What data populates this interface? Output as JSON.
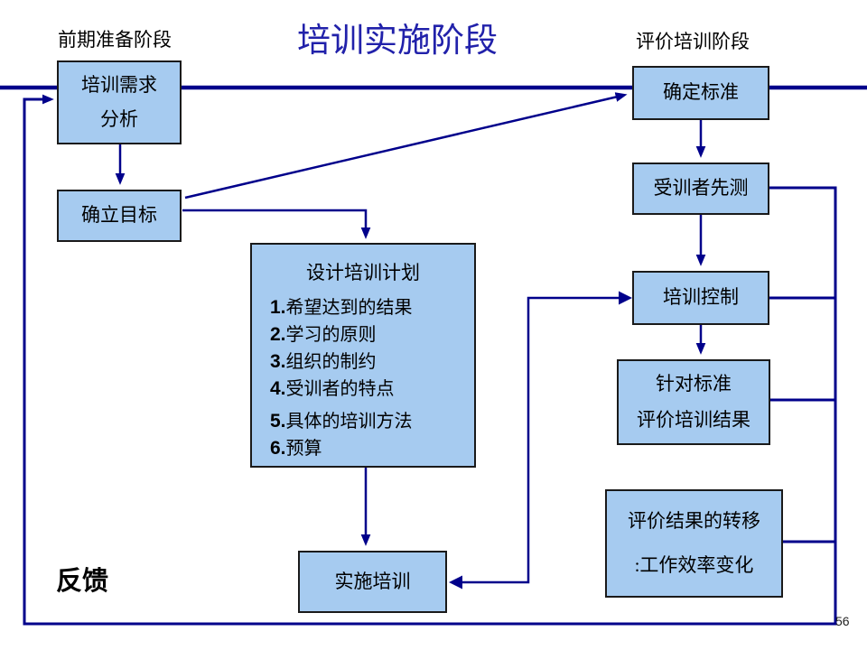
{
  "slide": {
    "title": "培训实施阶段",
    "page_number": "56"
  },
  "labels": {
    "stage_left": "前期准备阶段",
    "stage_right": "评价培训阶段",
    "feedback": "反馈"
  },
  "boxes": {
    "needs": {
      "line1": "培训需求",
      "line2": "分析"
    },
    "goal": {
      "label": "确立目标"
    },
    "plan": {
      "title": "设计培训计划",
      "items": [
        {
          "num": "1.",
          "text": "希望达到的结果"
        },
        {
          "num": "2.",
          "text": "学习的原则"
        },
        {
          "num": "3.",
          "text": "组织的制约"
        },
        {
          "num": "4.",
          "text": "受训者的特点"
        },
        {
          "num": "5.",
          "text": "具体的培训方法"
        },
        {
          "num": "6.",
          "text": "预算"
        }
      ]
    },
    "implement": {
      "label": "实施培训"
    },
    "standard": {
      "label": "确定标准"
    },
    "pretest": {
      "label": "受训者先测"
    },
    "control": {
      "label": "培训控制"
    },
    "evaluate": {
      "line1": "针对标准",
      "line2": "评价培训结果"
    },
    "transfer": {
      "line1": "评价结果的转移",
      "line2": ":工作效率变化"
    }
  },
  "colors": {
    "box_fill": "#A6CBF0",
    "box_border": "#1A1A1A",
    "connector": "#00008B",
    "title_text": "#2121AA",
    "body_text": "#000000"
  }
}
